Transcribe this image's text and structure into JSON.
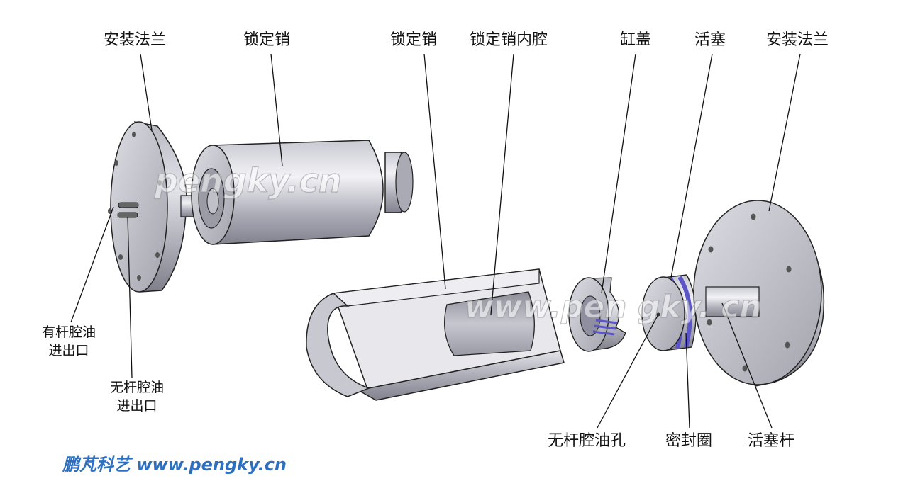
{
  "labels": {
    "flange_left": "安装法兰",
    "lock_pin_top": "锁定销",
    "lock_pin_section": "锁定销",
    "lock_pin_cavity": "锁定销内腔",
    "cylinder_cover": "缸盖",
    "piston": "活塞",
    "flange_right": "安装法兰",
    "rod_port": "有杆腔油\n进出口",
    "rodless_port": "无杆腔油\n进出口",
    "rodless_hole": "无杆腔油孔",
    "seal_ring": "密封圈",
    "piston_rod": "活塞杆"
  },
  "watermarks": {
    "top": "pengky.cn",
    "bottom": "www.pen gky. cn"
  },
  "footer": "鹏芃科艺 www.pengky.cn",
  "colors": {
    "metal_light": "#d4d4dc",
    "metal_mid": "#a9a9b4",
    "metal_dark": "#7d7d88",
    "seal_blue": "#5b55c8",
    "footer_blue": "#2f6fbf"
  }
}
